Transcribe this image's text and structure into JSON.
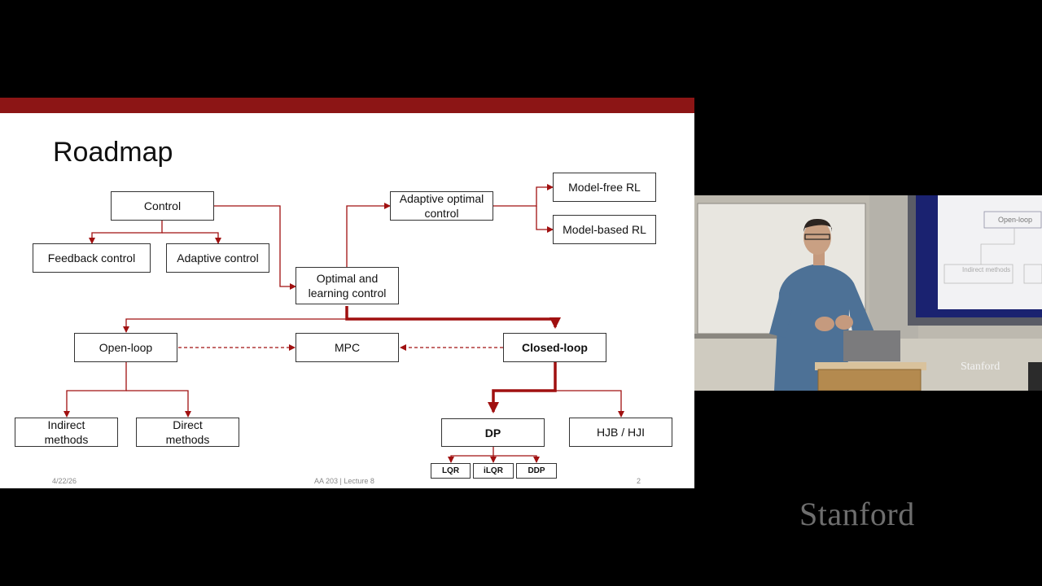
{
  "slide": {
    "title": "Roadmap",
    "nodes": {
      "control": "Control",
      "feedback": "Feedback control",
      "adaptive": "Adaptive control",
      "optimal": "Optimal and learning control",
      "adaptive_optimal": "Adaptive optimal control",
      "model_free": "Model-free RL",
      "model_based": "Model-based RL",
      "open_loop": "Open-loop",
      "mpc": "MPC",
      "closed_loop": "Closed-loop",
      "indirect": "Indirect methods",
      "direct": "Direct methods",
      "dp": "DP",
      "hjb": "HJB / HJI",
      "lqr": "LQR",
      "ilqr": "iLQR",
      "ddp": "DDP"
    },
    "footer": {
      "date": "4/22/26",
      "course": "AA 203 | Lecture 8",
      "page": "2"
    },
    "accent_color": "#8c1515"
  },
  "video": {
    "presenter_screen": {
      "open_loop": "Open-loop",
      "indirect": "Indirect methods"
    },
    "wall_logo": "Stanford"
  },
  "watermark": "Stanford"
}
